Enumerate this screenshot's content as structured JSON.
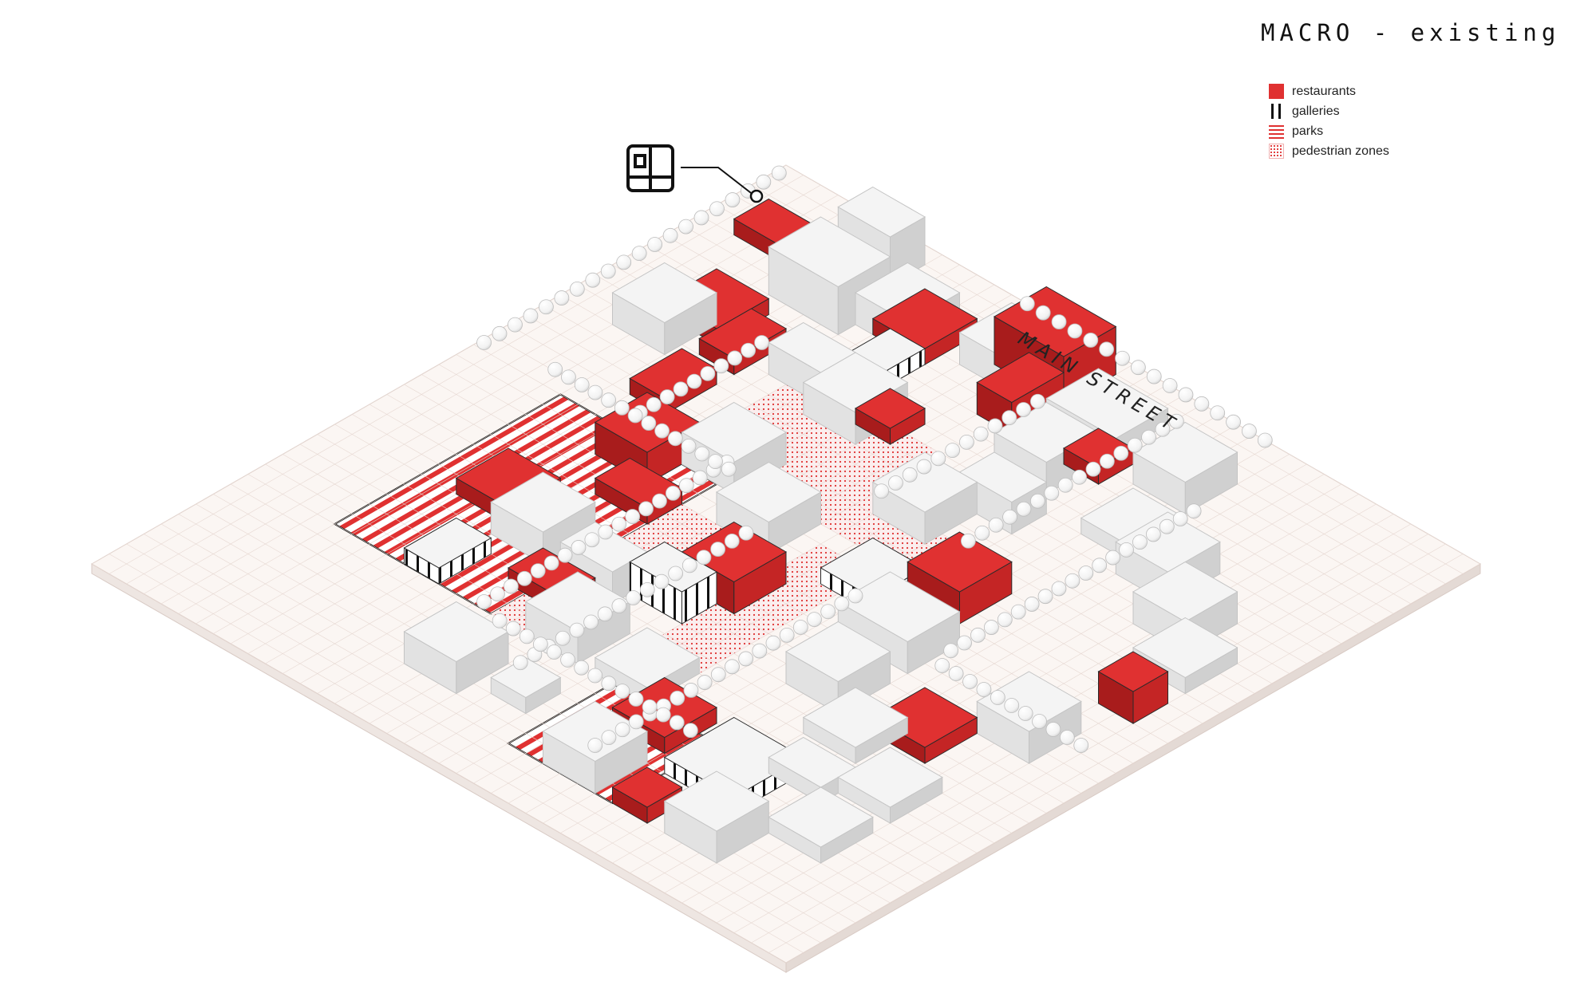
{
  "diagram": {
    "title": "MACRO - existing",
    "street_label": "MAIN STREET",
    "legend": [
      {
        "key": "restaurants",
        "label": "restaurants"
      },
      {
        "key": "galleries",
        "label": "galleries"
      },
      {
        "key": "parks",
        "label": "parks"
      },
      {
        "key": "pedestrian",
        "label": "pedestrian zones"
      }
    ],
    "colors": {
      "restaurant": "#e03131",
      "restaurant_dark": "#a81c1c",
      "building_top": "#f4f4f4",
      "building_left": "#e2e2e2",
      "building_right": "#d0d0d0",
      "ground": "#fbf6f3",
      "grid": "#e6d8d2",
      "base_side": "#eee6e2",
      "tree": "#ffffff",
      "outline": "#222222"
    },
    "icons": {
      "marker": "floor-plan-icon"
    }
  }
}
